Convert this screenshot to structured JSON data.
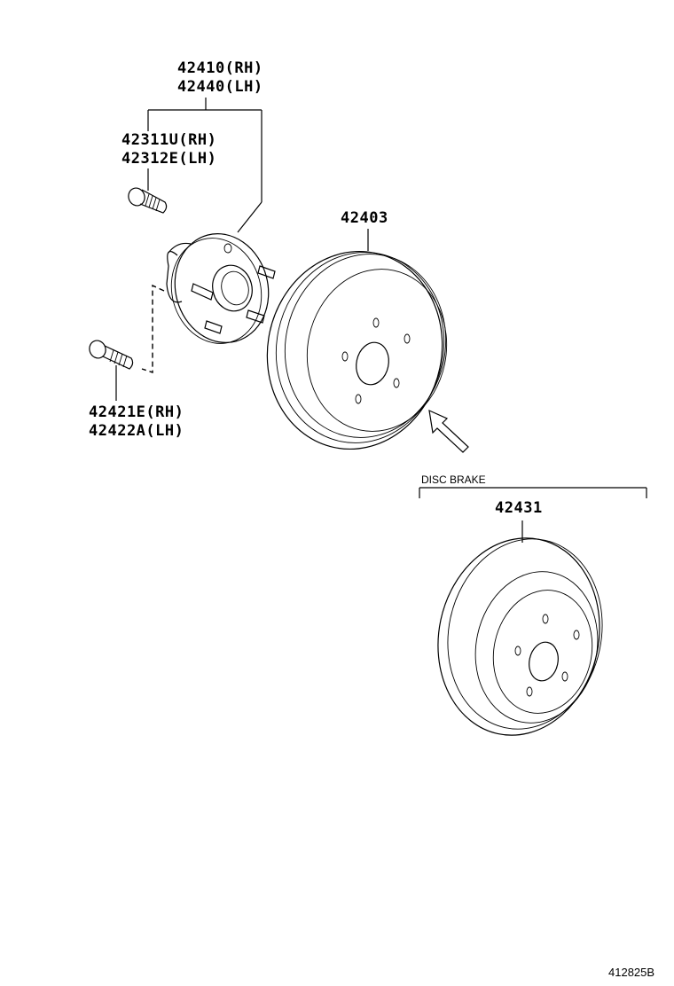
{
  "diagram": {
    "parts": {
      "hub_assembly": {
        "rh": "42410(RH)",
        "lh": "42440(LH)"
      },
      "hub_bolt": {
        "rh": "42311U(RH)",
        "lh": "42312E(LH)"
      },
      "mounting_bolt": {
        "rh": "42421E(RH)",
        "lh": "42422A(LH)"
      },
      "brake_drum": {
        "number": "42403"
      },
      "disc_brake_group": {
        "label": "DISC BRAKE",
        "rotor": "42431"
      }
    },
    "illustration_id": "412825B"
  }
}
